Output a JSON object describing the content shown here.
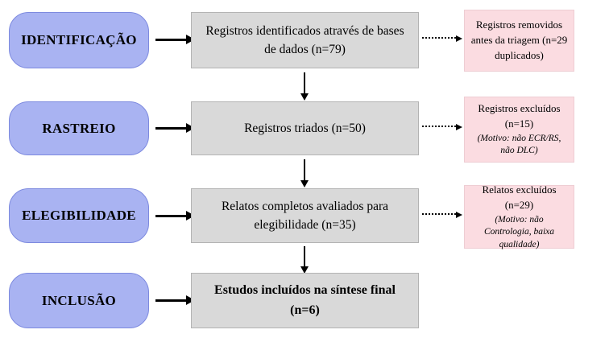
{
  "diagram_type": "prisma-flow",
  "colors": {
    "stage_fill": "#a9b3f2",
    "stage_border": "#7d8adf",
    "main_fill": "#d9d9d9",
    "main_border": "#b3b3b3",
    "side_fill": "#fbdce1",
    "side_border": "#eecdd3",
    "arrow": "#000000"
  },
  "rows": [
    {
      "stage_label": "IDENTIFICAÇÃO",
      "main_text": "Registros identificados através de bases de dados (n=79)",
      "side_title": "Registros removidos antes da triagem (n=29 duplicados)",
      "side_note": ""
    },
    {
      "stage_label": "RASTREIO",
      "main_text": "Registros triados (n=50)",
      "side_title": "Registros excluídos (n=15)",
      "side_note": "(Motivo: não ECR/RS, não DLC)"
    },
    {
      "stage_label": "ELEGIBILIDADE",
      "main_text": "Relatos completos avaliados para elegibilidade (n=35)",
      "side_title": "Relatos excluídos (n=29)",
      "side_note": "(Motivo: não Contrologia, baixa qualidade)"
    },
    {
      "stage_label": "INCLUSÃO",
      "main_text": "Estudos incluídos na síntese final (n=6)"
    }
  ]
}
